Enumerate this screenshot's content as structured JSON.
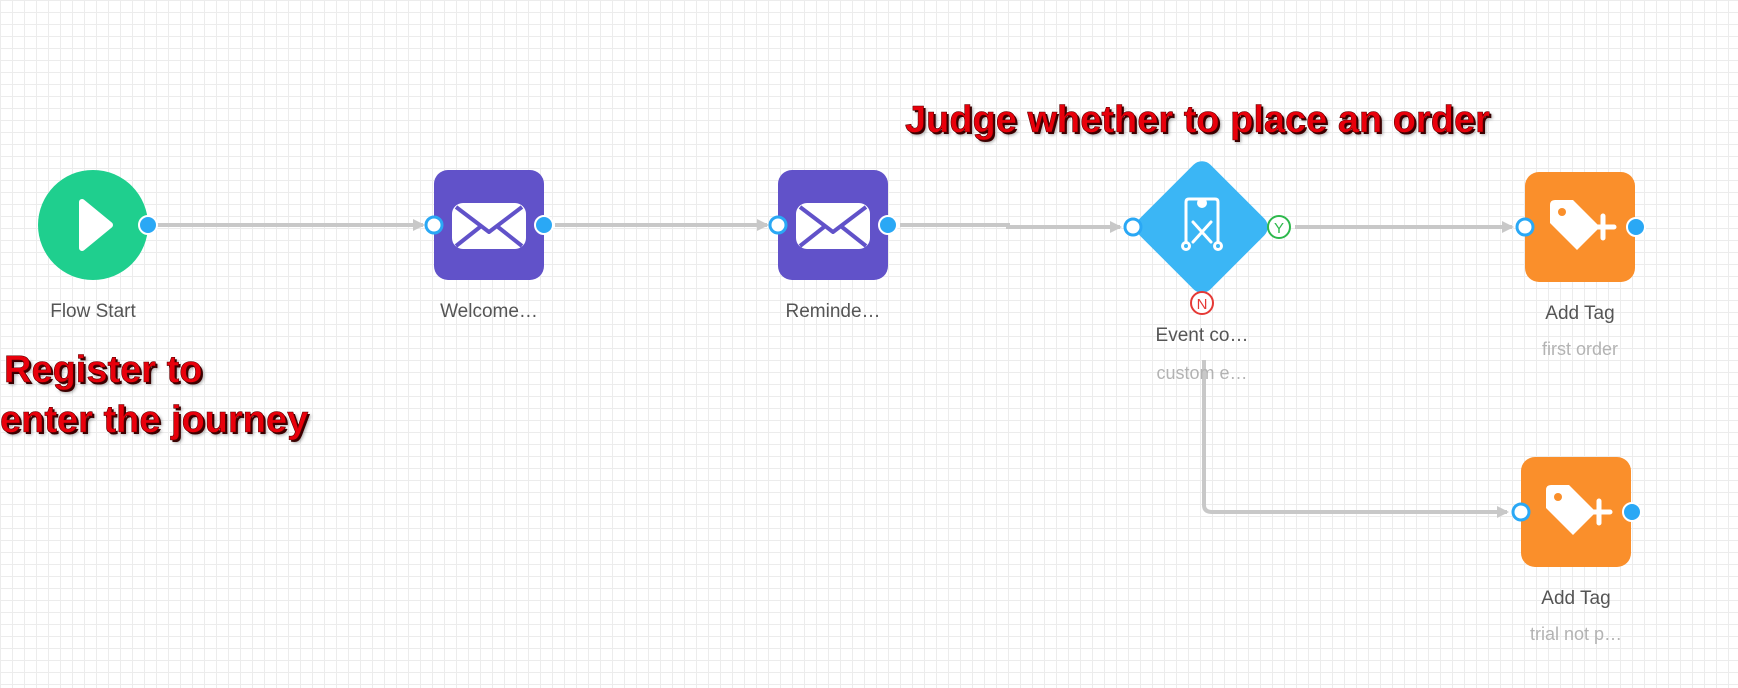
{
  "annotations": {
    "top": "Judge whether to place an order",
    "left_line1": "Register to",
    "left_line2": "enter the journey"
  },
  "nodes": {
    "start": {
      "label": "Flow Start",
      "icon": "play-icon",
      "color": "#1fcf8e"
    },
    "welcome": {
      "label": "Welcome…",
      "icon": "envelope-icon",
      "color": "#6152c9"
    },
    "reminder": {
      "label": "Reminde…",
      "icon": "envelope-icon",
      "color": "#6152c9"
    },
    "event": {
      "label": "Event co…",
      "sublabel": "custom e…",
      "icon": "condition-icon",
      "color": "#3bb6f5"
    },
    "tag_yes": {
      "label": "Add Tag",
      "sublabel": "first order",
      "icon": "tag-plus-icon",
      "color": "#fa8f2b"
    },
    "tag_no": {
      "label": "Add Tag",
      "sublabel": "trial not p…",
      "icon": "tag-plus-icon",
      "color": "#fa8f2b"
    }
  },
  "branches": {
    "yes": "Y",
    "no": "N"
  },
  "colors": {
    "connector": "#c8c8c8",
    "port": "#2aa8f5",
    "yes": "#2db84c",
    "no": "#e53935",
    "annotation": "#e8000b"
  }
}
